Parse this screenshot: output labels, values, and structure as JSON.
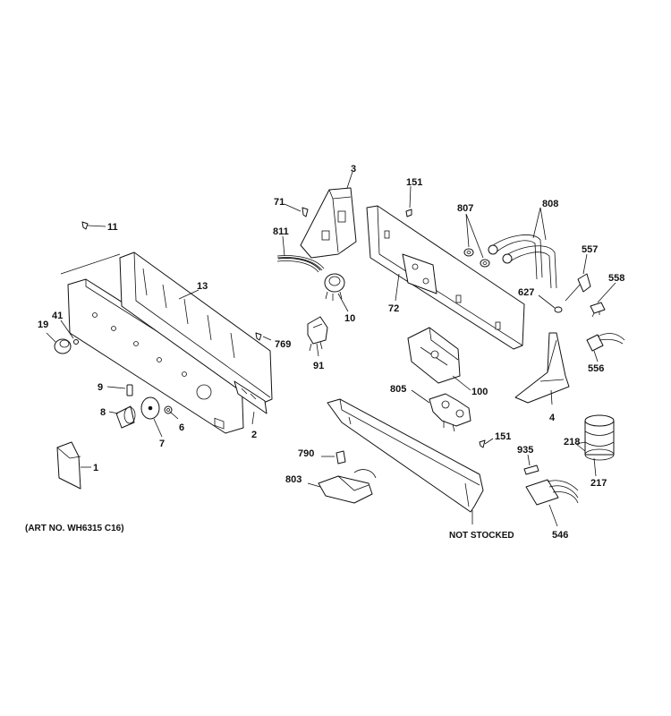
{
  "parts": {
    "p1": "1",
    "p2": "2",
    "p3": "3",
    "p4": "4",
    "p6": "6",
    "p7": "7",
    "p8": "8",
    "p9": "9",
    "p10": "10",
    "p11": "11",
    "p13": "13",
    "p19": "19",
    "p41": "41",
    "p71": "71",
    "p72": "72",
    "p91": "91",
    "p100": "100",
    "p151a": "151",
    "p151b": "151",
    "p217": "217",
    "p218": "218",
    "p546": "546",
    "p556": "556",
    "p557": "557",
    "p558": "558",
    "p627": "627",
    "p769": "769",
    "p790": "790",
    "p803": "803",
    "p805": "805",
    "p807": "807",
    "p808": "808",
    "p811": "811",
    "p935": "935"
  },
  "notes": {
    "not_stocked": "NOT STOCKED",
    "art_no": "(ART NO. WH6315 C16)"
  }
}
